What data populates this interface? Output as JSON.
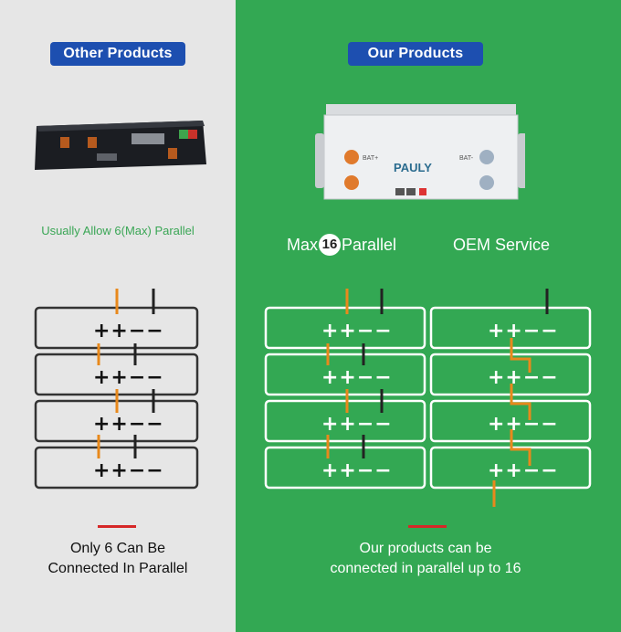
{
  "left": {
    "heading": "Other Products",
    "caption": "Usually Allow 6(Max) Parallel",
    "bottom_line1": "Only 6 Can Be",
    "bottom_line2": "Connected In Parallel"
  },
  "right": {
    "heading": "Our Products",
    "feature_max_prefix": "Max",
    "feature_max_number": "16",
    "feature_max_suffix": "Parallel",
    "feature_oem": "OEM Service",
    "brand": "PAULY",
    "terminal_label_pos": "BAT+",
    "terminal_label_neg": "BAT-",
    "bottom_line1": "Our products can be",
    "bottom_line2": "connected in parallel up to 16"
  },
  "module_terminals": "++−−",
  "colors": {
    "left_bg": "#e6e6e6",
    "right_bg": "#33a853",
    "pill": "#1d4fb0",
    "positive_wire": "#e8891c",
    "negative_wire": "#222222",
    "accent_red": "#d62828"
  }
}
